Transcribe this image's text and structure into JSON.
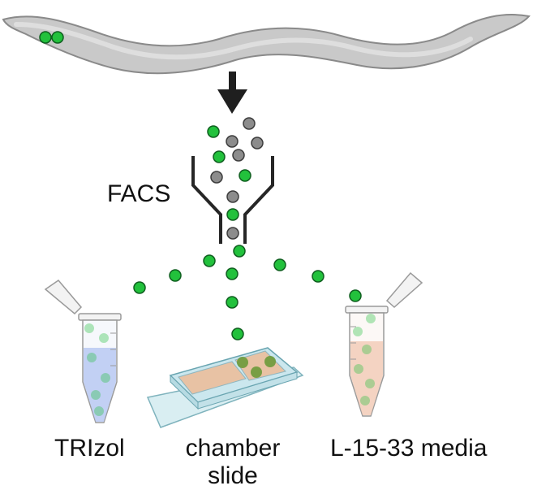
{
  "labels": {
    "sorter": "FACS",
    "left_destination": "TRIzol",
    "center_destination_line1": "chamber",
    "center_destination_line2": "slide",
    "right_destination": "L-15-33 media"
  },
  "colors": {
    "worm_body": "#c9c9c9",
    "worm_outline": "#8a8a8a",
    "green_cell": "#22c13c",
    "gray_cell": "#8c8c8c",
    "arrow": "#1f1f1f",
    "funnel": "#262626",
    "trizol_liquid": "#b9c9f2",
    "media_liquid": "#f2cdb9",
    "slide_well": "#e8c2a4",
    "slide_glass": "#d9eef2"
  },
  "icons": {
    "worm": "c-elegans-worm-icon",
    "arrow": "down-arrow-icon",
    "funnel": "cell-sorter-funnel-icon",
    "tube": "microcentrifuge-tube-icon",
    "slide": "chamber-slide-icon"
  }
}
